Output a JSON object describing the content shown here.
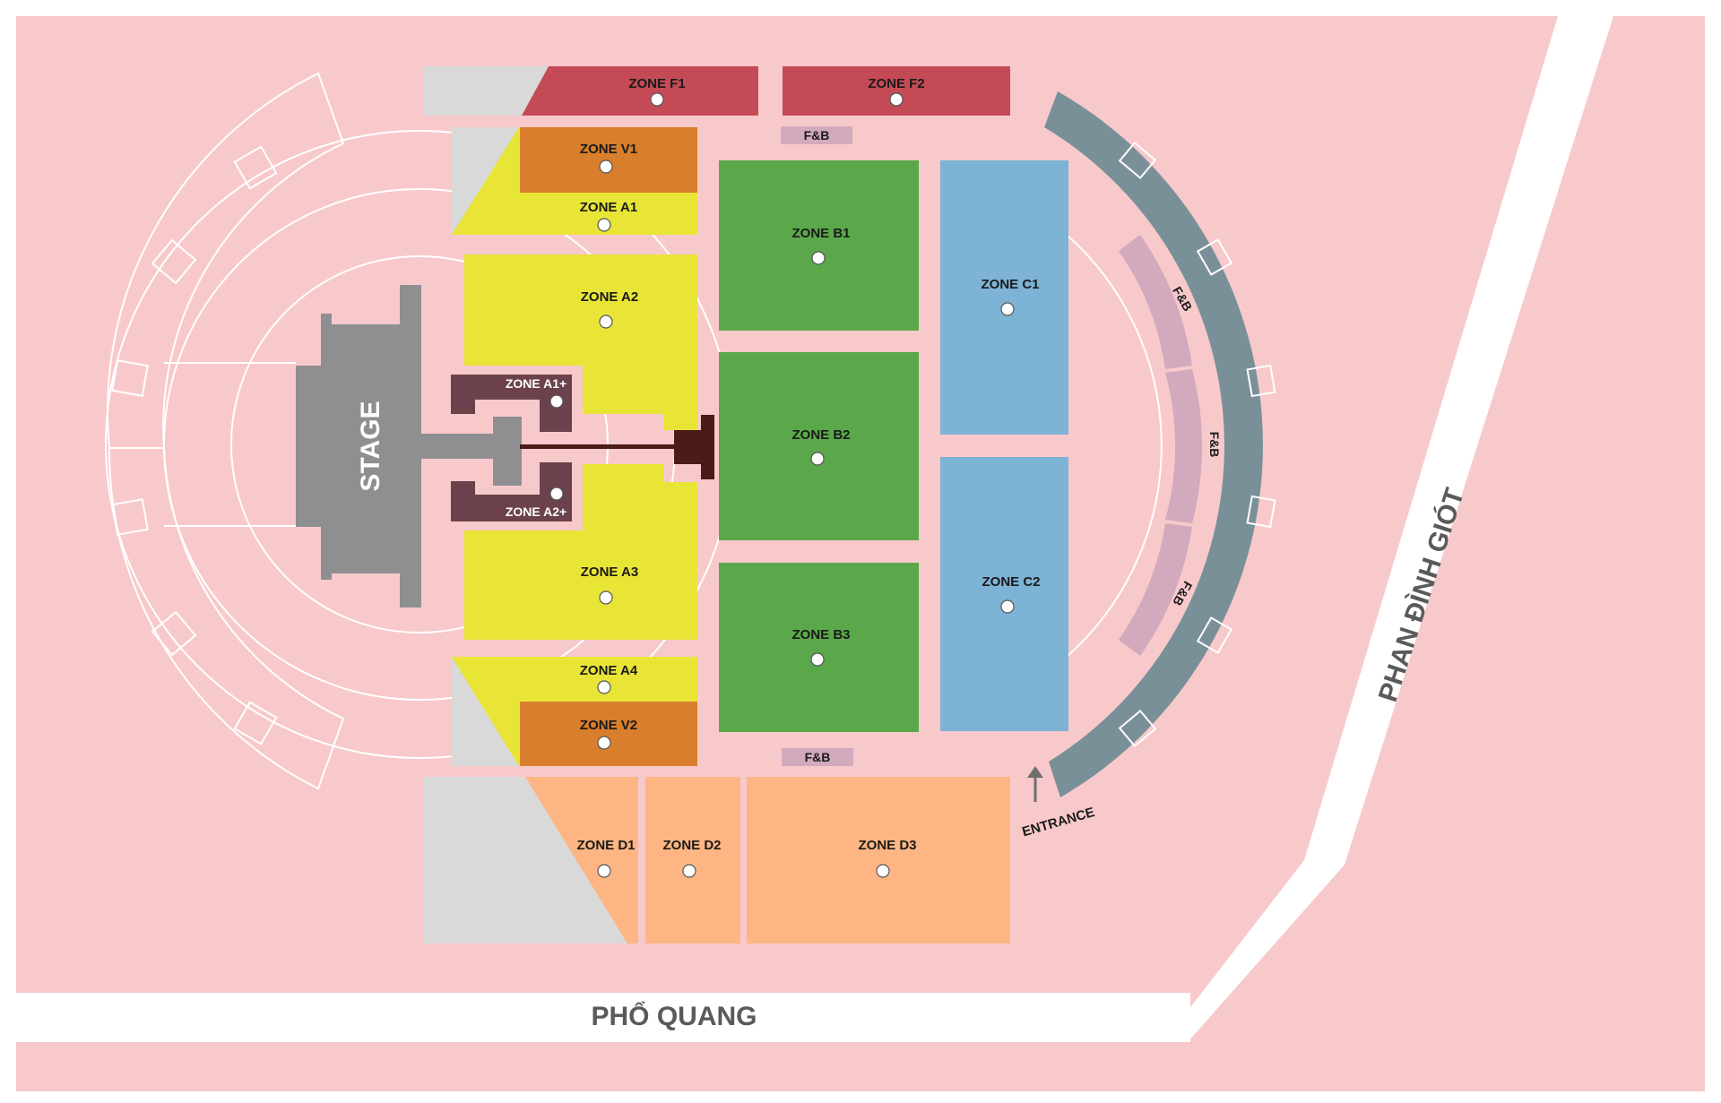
{
  "map": {
    "stage": "STAGE",
    "roads": {
      "bottom": "PHỔ QUANG",
      "right": "PHAN ĐÌNH GIÓT"
    },
    "entrance": "ENTRANCE",
    "fnb": [
      "F&B",
      "F&B",
      "F&B",
      "F&B",
      "F&B"
    ],
    "zones": {
      "F1": "ZONE F1",
      "F2": "ZONE F2",
      "V1": "ZONE V1",
      "V2": "ZONE V2",
      "A1": "ZONE A1",
      "A2": "ZONE A2",
      "A3": "ZONE A3",
      "A4": "ZONE A4",
      "A1P": "ZONE A1+",
      "A2P": "ZONE A2+",
      "B1": "ZONE B1",
      "B2": "ZONE B2",
      "B3": "ZONE B3",
      "C1": "ZONE C1",
      "C2": "ZONE C2",
      "D1": "ZONE D1",
      "D2": "ZONE D2",
      "D3": "ZONE D3"
    },
    "colors": {
      "background": "#f8c9cb",
      "zone_f": "#c44b55",
      "zone_v": "#d87e2c",
      "zone_a": "#e8e536",
      "zone_a_plus": "#6b424b",
      "zone_b": "#5ba84b",
      "zone_c": "#7db3d5",
      "zone_d": "#fdb683",
      "fnb": "#d3a9bd",
      "stage": "#8f8f92",
      "gray_block": "#d9d9d9",
      "stand": "#7a9099",
      "catwalk_end": "#4a1b17"
    }
  }
}
